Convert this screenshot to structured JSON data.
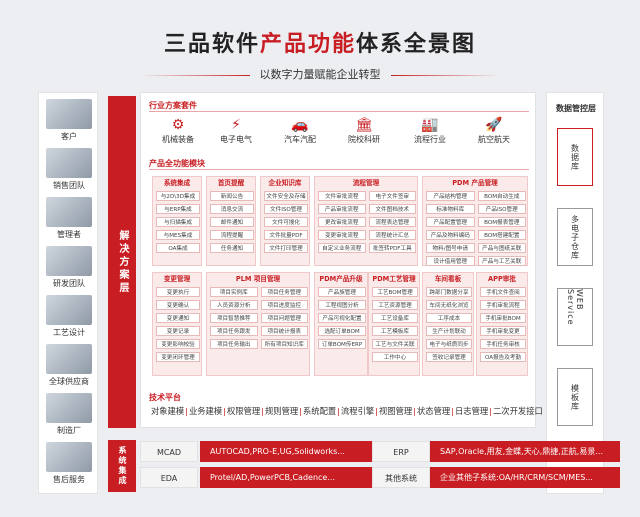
{
  "header": {
    "title_pre": "三品软件",
    "title_hl": "产品功能",
    "title_post": "体系全景图",
    "subtitle": "以数字力量赋能企业转型"
  },
  "users": [
    {
      "label": "客户",
      "icon": "client-photo"
    },
    {
      "label": "销售团队",
      "icon": "sales-team-photo"
    },
    {
      "label": "管理者",
      "icon": "manager-photo"
    },
    {
      "label": "研发团队",
      "icon": "rnd-team-photo"
    },
    {
      "label": "工艺设计",
      "icon": "process-design-photo"
    },
    {
      "label": "全球供应商",
      "icon": "supplier-photo"
    },
    {
      "label": "制造厂",
      "icon": "factory-photo"
    },
    {
      "label": "售后服务",
      "icon": "after-sales-photo"
    }
  ],
  "solution_label": "解决方案层",
  "industry": {
    "title": "行业方案套件",
    "items": [
      {
        "label": "机械装备",
        "icon": "robot-arm-icon",
        "glyph": "⚙"
      },
      {
        "label": "电子电气",
        "icon": "circuit-icon",
        "glyph": "⚡"
      },
      {
        "label": "汽车汽配",
        "icon": "car-icon",
        "glyph": "🚗"
      },
      {
        "label": "院校科研",
        "icon": "school-icon",
        "glyph": "🏛"
      },
      {
        "label": "流程行业",
        "icon": "factory-icon",
        "glyph": "🏭"
      },
      {
        "label": "航空航天",
        "icon": "rocket-icon",
        "glyph": "🚀"
      }
    ]
  },
  "modules_title": "产品全功能模块",
  "modules": [
    {
      "name": "系统集成",
      "cells": [
        "与2D\\3D集成",
        "与ERP集成",
        "与扫描集成",
        "与MES集成",
        "OA集成"
      ]
    },
    {
      "name": "首页提醒",
      "cells": [
        "新闻公告",
        "消息交流",
        "邮件通知",
        "流程提醒",
        "任务通知"
      ]
    },
    {
      "name": "企业知识库",
      "cells": [
        "文件安全及存储",
        "文件ISO管理",
        "文件可搜化",
        "文件批量PDF",
        "文件打印管理"
      ]
    },
    {
      "name": "流程管理",
      "cells": [
        "文件审批流程",
        "产品审批流程",
        "更改审批流程",
        "变更审批流程",
        "自定义业务流程"
      ],
      "cells2": [
        "电子文件签审",
        "文件图档技术",
        "流程表达管理",
        "流程统计汇总",
        "批签转PDF工具"
      ]
    },
    {
      "name": "PDM 产品管理",
      "cells": [
        "产品结构管理",
        "标准物料库",
        "产品配置管理",
        "产品及物料编码",
        "物料/图号申请",
        "设计借用管理"
      ],
      "cells2": [
        "BOM自动生成",
        "产品ISO管理",
        "BOM报表管理",
        "BOM搭建配置",
        "产品与图纸关联",
        "产品与工艺关联"
      ]
    },
    {
      "name": "变更管理",
      "cells": [
        "变更执行",
        "变更确认",
        "变更通知",
        "变更记录",
        "变更影响校验",
        "变更闭环管理"
      ]
    },
    {
      "name": "PLM 项目管理",
      "cells": [
        "项目实例库",
        "人员资源分析",
        "项目智慧推荐",
        "项目任务跟发",
        "项目任务输出"
      ],
      "cells2": [
        "项目任务管理",
        "项目进度监控",
        "项目问题管理",
        "项目统计报表",
        "所有项目知识库"
      ]
    },
    {
      "name": "PDM产品升级",
      "cells": [
        "产品族管理",
        "工程视图分析",
        "产品可视化配置",
        "选配订单BOM",
        "订单BOM传ERP"
      ]
    },
    {
      "name": "PDM工艺管理",
      "cells": [
        "工艺BOM管理",
        "工艺资源管理",
        "工艺设备库",
        "工艺模板库",
        "工艺与文件关联",
        "工作中心"
      ]
    },
    {
      "name": "车间看板",
      "cells": [
        "跨部门数据分享",
        "车间无纸化浏览",
        "工序成本",
        "生产计划联动",
        "电子与纸质同步",
        "签收记录管理"
      ]
    },
    {
      "name": "APP审批",
      "cells": [
        "手机文件查阅",
        "手机审批流程",
        "手机审批BOM",
        "手机审批变更",
        "手机任务审核",
        "OA报告及考勤"
      ]
    }
  ],
  "tech": {
    "title": "技术平台",
    "items": [
      "对象建模",
      "业务建模",
      "权限管理",
      "规则管理",
      "系统配置",
      "流程引擎",
      "视图管理",
      "状态管理",
      "日志管理",
      "二次开发接口"
    ]
  },
  "data_layer": {
    "title": "数据管控层",
    "items": [
      "数据库",
      "多电子仓库",
      "WEB Service",
      "模板库"
    ]
  },
  "system_integration": {
    "label": "系统集成",
    "rows": [
      {
        "key": "MCAD",
        "value": "AUTOCAD,PRO-E,UG,Solidworks..."
      },
      {
        "key": "EDA",
        "value": "Protel/AD,PowerPCB,Cadence..."
      },
      {
        "key": "ERP",
        "value": "SAP,Oracle,用友,金蝶,天心,鼎捷,正航,易景..."
      },
      {
        "key": "其他系统",
        "value": "企业其他子系统:OA/HR/CRM/SCM/MES..."
      }
    ]
  },
  "colors": {
    "accent": "#c81e23",
    "module_bg": "#fbeaea"
  }
}
